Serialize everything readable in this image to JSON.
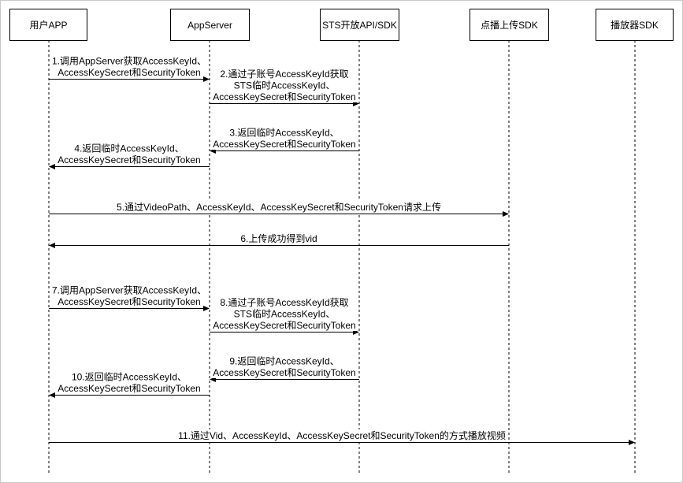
{
  "participants": [
    {
      "id": "app",
      "label": "用户APP"
    },
    {
      "id": "server",
      "label": "AppServer"
    },
    {
      "id": "sts",
      "label": "STS开放API/SDK"
    },
    {
      "id": "upload",
      "label": "点播上传SDK"
    },
    {
      "id": "player",
      "label": "播放器SDK"
    }
  ],
  "messages": [
    {
      "from": "app",
      "to": "server",
      "lines": [
        "1.调用AppServer获取AccessKeyId、",
        "AccessKeySecret和SecurityToken"
      ]
    },
    {
      "from": "server",
      "to": "sts",
      "lines": [
        "2.通过子账号AccessKeyId获取",
        "STS临时AccessKeyId、",
        "AccessKeySecret和SecurityToken"
      ]
    },
    {
      "from": "sts",
      "to": "server",
      "lines": [
        "3.返回临时AccessKeyId、",
        "AccessKeySecret和SecurityToken"
      ]
    },
    {
      "from": "server",
      "to": "app",
      "lines": [
        "4.返回临时AccessKeyId、",
        "AccessKeySecret和SecurityToken"
      ]
    },
    {
      "from": "app",
      "to": "upload",
      "lines": [
        "5.通过VideoPath、AccessKeyId、AccessKeySecret和SecurityToken请求上传"
      ]
    },
    {
      "from": "upload",
      "to": "app",
      "lines": [
        "6.上传成功得到vid"
      ]
    },
    {
      "from": "app",
      "to": "server",
      "lines": [
        "7.调用AppServer获取AccessKeyId、",
        "AccessKeySecret和SecurityToken"
      ]
    },
    {
      "from": "server",
      "to": "sts",
      "lines": [
        "8.通过子账号AccessKeyId获取",
        "STS临时AccessKeyId、",
        "AccessKeySecret和SecurityToken"
      ]
    },
    {
      "from": "sts",
      "to": "server",
      "lines": [
        "9.返回临时AccessKeyId、",
        "AccessKeySecret和SecurityToken"
      ]
    },
    {
      "from": "server",
      "to": "app",
      "lines": [
        "10.返回临时AccessKeyId、",
        "AccessKeySecret和SecurityToken"
      ]
    },
    {
      "from": "app",
      "to": "player",
      "lines": [
        "11.通过Vid、AccessKeyId、AccessKeySecret和SecurityToken的方式播放视频"
      ]
    }
  ]
}
